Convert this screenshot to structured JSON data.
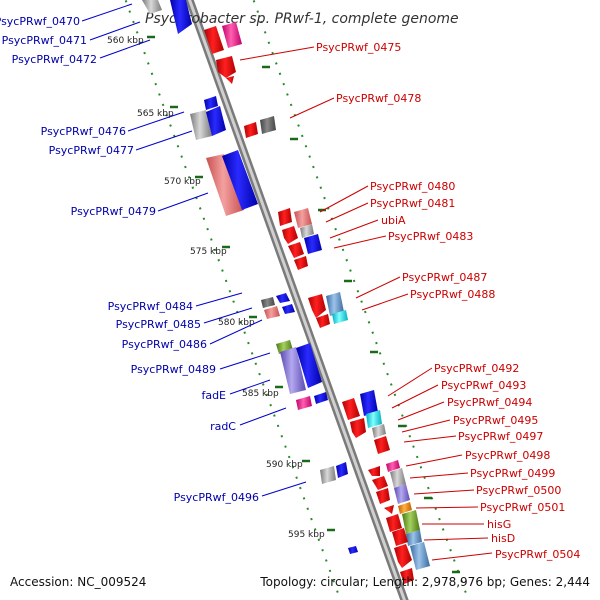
{
  "title": "Psychrobacter sp. PRwf-1, complete genome",
  "footer": {
    "accession": "Accession: NC_009524",
    "topology": "Topology: circular; Length: 2,978,976 bp; Genes: 2,444"
  },
  "ticks": [
    "560 kbp",
    "565 kbp",
    "570 kbp",
    "575 kbp",
    "580 kbp",
    "585 kbp",
    "590 kbp",
    "595 kbp"
  ],
  "left_labels": [
    "PsycPRwf_0470",
    "PsycPRwf_0471",
    "PsycPRwf_0472",
    "PsycPRwf_0476",
    "PsycPRwf_0477",
    "PsycPRwf_0479",
    "PsycPRwf_0484",
    "PsycPRwf_0485",
    "PsycPRwf_0486",
    "PsycPRwf_0489",
    "fadE",
    "radC",
    "PsycPRwf_0496"
  ],
  "right_labels": [
    "PsycPRwf_0475",
    "PsycPRwf_0478",
    "PsycPRwf_0480",
    "PsycPRwf_0481",
    "ubiA",
    "PsycPRwf_0483",
    "PsycPRwf_0487",
    "PsycPRwf_0488",
    "PsycPRwf_0492",
    "PsycPRwf_0493",
    "PsycPRwf_0494",
    "PsycPRwf_0495",
    "PsycPRwf_0497",
    "PsycPRwf_0498",
    "PsycPRwf_0499",
    "PsycPRwf_0500",
    "PsycPRwf_0501",
    "hisG",
    "hisD",
    "PsycPRwf_0504"
  ],
  "colors": {
    "backbone": "#999999",
    "left_label": "#0000aa",
    "right_label": "#cc0000",
    "tick_track": "#2a8a2a"
  }
}
